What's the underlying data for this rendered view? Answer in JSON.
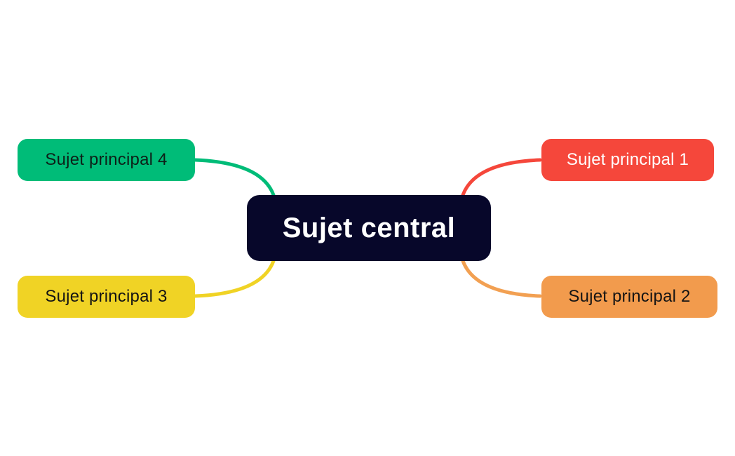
{
  "diagram": {
    "type": "mindmap",
    "background_color": "#ffffff",
    "central_node": {
      "label": "Sujet central",
      "bg_color": "#07072a",
      "text_color": "#ffffff"
    },
    "branch_nodes": [
      {
        "id": "1",
        "label": "Sujet principal 1",
        "position": "top-right",
        "bg_color": "#f5473b",
        "text_color": "#ffffff",
        "connector_color": "#f5473b"
      },
      {
        "id": "2",
        "label": "Sujet principal 2",
        "position": "bottom-right",
        "bg_color": "#f29b4d",
        "text_color": "#141414",
        "connector_color": "#f2a052"
      },
      {
        "id": "3",
        "label": "Sujet principal 3",
        "position": "bottom-left",
        "bg_color": "#f0d325",
        "text_color": "#141414",
        "connector_color": "#f0d325"
      },
      {
        "id": "4",
        "label": "Sujet principal 4",
        "position": "top-left",
        "bg_color": "#00bc78",
        "text_color": "#0d2018",
        "connector_color": "#00bc78"
      }
    ]
  }
}
